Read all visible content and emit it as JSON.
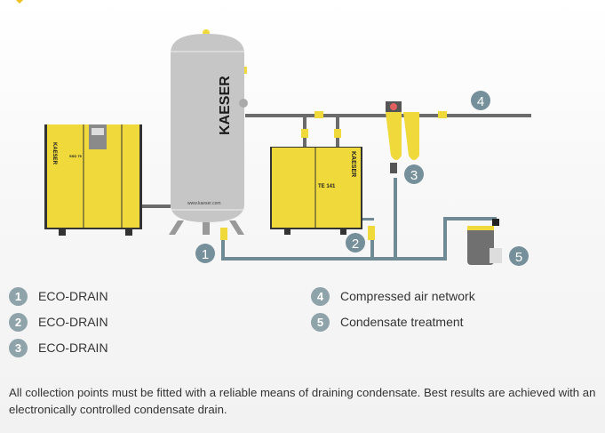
{
  "diagram": {
    "brand": "KAESER",
    "tank_url": "www.kaeser.com",
    "compressor_model": "SSD 75",
    "dryer_model": "TE 141",
    "markers": [
      "1",
      "2",
      "3",
      "4",
      "5"
    ],
    "colors": {
      "yellow": "#f0d93a",
      "gray": "#c9c9c9",
      "pipe": "#6b6b6b",
      "drain_pipe": "#6f8a95",
      "badge": "#75909a"
    }
  },
  "legend": [
    {
      "num": "1",
      "label": "ECO-DRAIN"
    },
    {
      "num": "2",
      "label": "ECO-DRAIN"
    },
    {
      "num": "3",
      "label": "ECO-DRAIN"
    },
    {
      "num": "4",
      "label": "Compressed air network"
    },
    {
      "num": "5",
      "label": "Condensate treatment"
    }
  ],
  "note": "All collection points must be fitted with a reliable means of draining condensate. Best results are achieved with an electronically controlled condensate drain."
}
